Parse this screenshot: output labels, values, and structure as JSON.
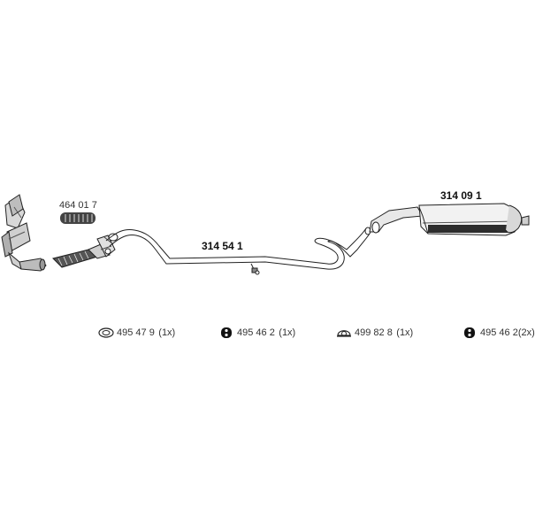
{
  "parts": {
    "flex_pipe": "464 01 7",
    "middle_pipe": "314 54 1",
    "rear_muffler": "314 09 1"
  },
  "legend": [
    {
      "icon": "clamp-ring-icon",
      "code": "495 47 9",
      "qty": "(1x)"
    },
    {
      "icon": "rubber-mount-icon",
      "code": "495 46 2",
      "qty": "(1x)"
    },
    {
      "icon": "gasket-ring-icon",
      "code": "499 82 8",
      "qty": "(1x)"
    },
    {
      "icon": "rubber-mount-icon",
      "code": "495 46 2",
      "qty": "(2x)"
    }
  ]
}
